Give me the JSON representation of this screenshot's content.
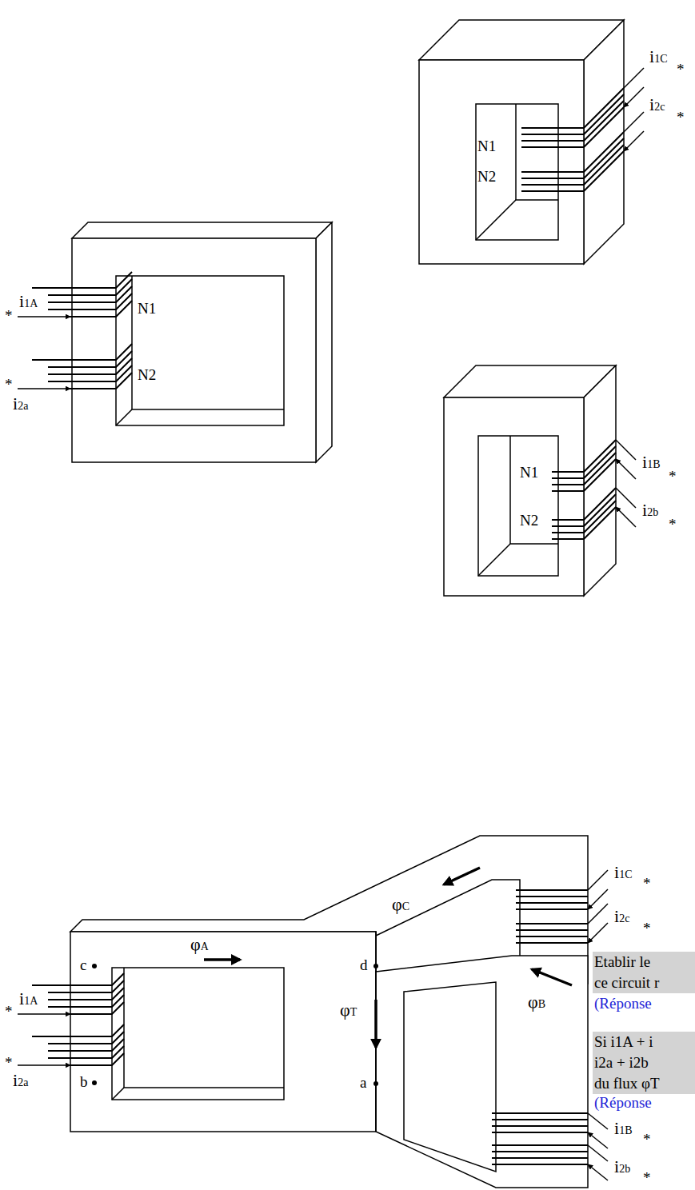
{
  "diagram": {
    "labels": [
      "i1C",
      "*",
      "i2c",
      "*",
      "N1",
      "N2",
      "i1A",
      "*",
      "N1",
      "N2",
      "*",
      "i2a",
      "N1",
      "N2",
      "i1B",
      "*",
      "i2b",
      "*",
      "i1C",
      "*",
      "φC",
      "i2c",
      "*",
      "Etablir le",
      "ce circuit r",
      "(Réponse",
      "φA",
      "c",
      "d",
      "φT",
      "φB",
      "*",
      "i1A",
      "*",
      "i2a",
      "b",
      "a",
      "Si i1A + i",
      "i2a + i2b",
      "du flux φT",
      "(Réponse",
      "i1B",
      "*",
      "i2b",
      "*"
    ]
  }
}
